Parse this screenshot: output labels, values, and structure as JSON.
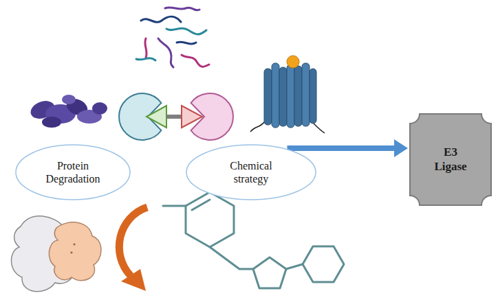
{
  "diagram": {
    "nodes": [
      {
        "text": [
          "Protein Degradation"
        ]
      },
      {
        "text": [
          "Chemical strategy"
        ]
      },
      {
        "text": [
          "E3 Ligase"
        ]
      }
    ],
    "edges": [
      {
        "from": 1,
        "to": 2,
        "arrow": "to"
      }
    ]
  }
}
